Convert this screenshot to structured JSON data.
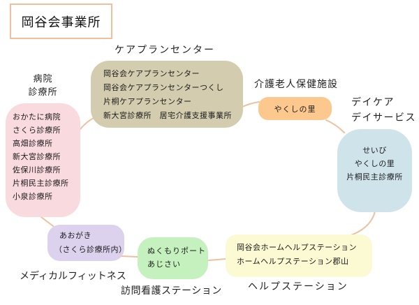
{
  "title": "岡谷会事業所",
  "groups": {
    "care_plan": {
      "label": "ケアプランセンター",
      "color": "#d3ccae",
      "items": [
        "岡谷会ケアプランセンター",
        "岡谷会ケアプランセンターつくし",
        "片桐ケアプランセンター",
        "新大宮診療所　居宅介護支援事業所"
      ]
    },
    "elderly_care_facility": {
      "label": "介護老人保健施設",
      "color": "#fcc88e",
      "items": [
        "やくしの里"
      ]
    },
    "day_care": {
      "label_line1": "デイケア",
      "label_line2": "デイサービス",
      "color": "#cfe3ea",
      "items": [
        "せいび",
        "やくしの里",
        "片桐民主診療所"
      ]
    },
    "hospital_clinic": {
      "label_line1": "病院",
      "label_line2": "診療所",
      "color": "#f9dade",
      "items": [
        "おかたに病院",
        "さくら診療所",
        "高畑診療所",
        "新大宮診療所",
        "佐保川診療所",
        "片桐民主診療所",
        "小泉診療所"
      ]
    },
    "medical_fitness": {
      "label": "メディカルフィットネス",
      "color": "#dcd2ee",
      "items": [
        "あおがき",
        "（さくら診療所内）"
      ]
    },
    "visiting_nurse": {
      "label": "訪問看護ステーション",
      "color": "#c4f1bd",
      "items": [
        "ぬくもりポート",
        "あじさい"
      ]
    },
    "help_station": {
      "label": "ヘルプステーション",
      "color": "#fbfad2",
      "items": [
        "岡谷会ホームヘルプステーション",
        "ホームヘルプステーション郡山"
      ]
    }
  },
  "connector_color": "#edc19e",
  "title_border_color": "#f0bf9b"
}
